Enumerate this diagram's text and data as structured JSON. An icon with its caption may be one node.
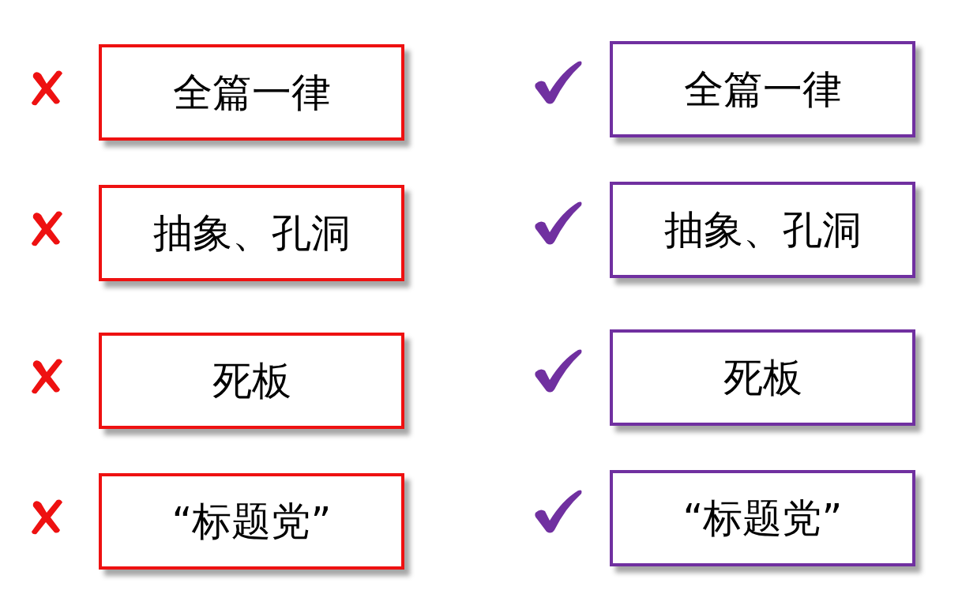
{
  "diagram": {
    "nodes": [
      {
        "text": [
          "全篇一律"
        ]
      },
      {
        "text": [
          "全篇一律"
        ]
      },
      {
        "text": [
          "抽象、孔洞"
        ]
      },
      {
        "text": [
          "抽象、孔洞"
        ]
      },
      {
        "text": [
          "死板"
        ]
      },
      {
        "text": [
          "死板"
        ]
      },
      {
        "text": [
          "“标题党”"
        ]
      },
      {
        "text": [
          "“标题党”"
        ]
      }
    ],
    "edges": []
  }
}
